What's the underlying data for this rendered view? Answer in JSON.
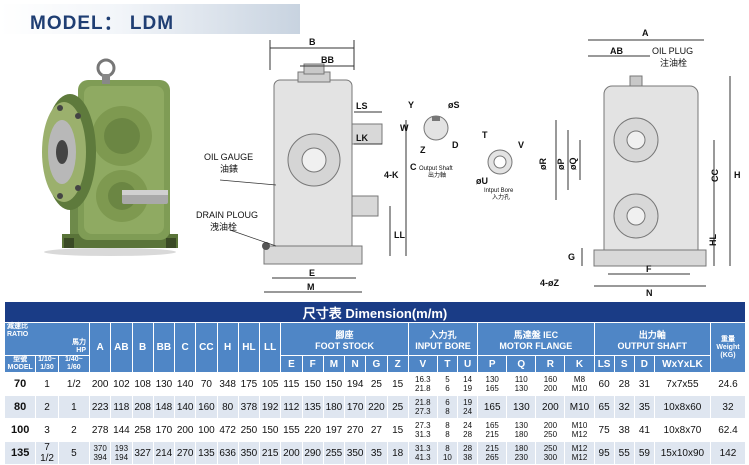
{
  "header": {
    "title": "MODEL： LDM"
  },
  "drawings": {
    "side_view": {
      "dims": [
        "B",
        "BB",
        "LS",
        "LK",
        "C",
        "4-K",
        "LL",
        "E",
        "M"
      ],
      "oil_gauge_en": "OIL GAUGE",
      "oil_gauge_cn": "油錶",
      "drain_plug_en": "DRAIN PLOUG",
      "drain_plug_cn": "洩油栓"
    },
    "output_shaft_detail": {
      "dims": [
        "Y",
        "W",
        "øS",
        "D",
        "Z"
      ],
      "label_en": "Output Shaft",
      "label_cn": "出力軸"
    },
    "input_bore_detail": {
      "dims": [
        "T",
        "V",
        "øU"
      ],
      "label_en": "Intput Bore",
      "label_cn": "入力孔"
    },
    "front_view": {
      "dims": [
        "A",
        "AB",
        "øR",
        "øP",
        "øQ",
        "CC",
        "H",
        "HL",
        "G",
        "F",
        "N",
        "4-øZ"
      ],
      "oil_plug_en": "OIL PLUG",
      "oil_plug_cn": "注油栓"
    }
  },
  "table": {
    "title": "尺寸表  Dimension(m/m)",
    "ratio_cn": "減速比",
    "ratio_en": "RATIO",
    "hp_cn": "馬力",
    "hp_en": "HP",
    "model_cn": "型號",
    "model_en": "MODEL",
    "ratio_sub1": "1/10~ 1/30",
    "ratio_sub2": "1/40~ 1/60",
    "single_cols": [
      "A",
      "AB",
      "B",
      "BB",
      "C",
      "CC",
      "H",
      "HL",
      "LL"
    ],
    "foot_cn": "腳座",
    "foot_en": "FOOT STOCK",
    "foot_cols": [
      "E",
      "F",
      "M",
      "N",
      "G",
      "Z"
    ],
    "input_cn": "入力孔",
    "input_en": "INPUT BORE",
    "input_cols": [
      "V",
      "T",
      "U"
    ],
    "motor_cn": "馬達盤  IEC",
    "motor_en": "MOTOR FLANGE",
    "motor_cols": [
      "P",
      "Q",
      "R",
      "K"
    ],
    "output_cn": "出力軸",
    "output_en": "OUTPUT SHAFT",
    "output_cols": [
      "LS",
      "S",
      "D",
      "WxYxLK"
    ],
    "weight_cn": "重量",
    "weight_en": "Weight",
    "weight_unit": "(KG)",
    "rows": [
      {
        "model": "70",
        "ratio": "1",
        "hp": "1/2",
        "A": "200",
        "AB": "102",
        "B": "108",
        "BB": "130",
        "C": "140",
        "CC": "70",
        "H": "348",
        "HL": "175",
        "LL": "105",
        "E": "115",
        "F": "150",
        "M": "150",
        "N": "194",
        "G": "25",
        "Z": "15",
        "V": "16.3\n21.8",
        "T": "5\n6",
        "U": "14\n19",
        "P": "130\n165",
        "Q": "110\n130",
        "R": "160\n200",
        "K": "M8\nM10",
        "LS": "60",
        "S": "28",
        "D": "31",
        "WYLK": "7x7x55",
        "W": "24.6"
      },
      {
        "model": "80",
        "ratio": "2",
        "hp": "1",
        "A": "223",
        "AB": "118",
        "B": "208",
        "BB": "148",
        "C": "140",
        "CC": "160",
        "H": "80",
        "HL": "378",
        "LL": "192",
        "E": "112",
        "F": "135",
        "M": "180",
        "N": "170",
        "G": "220",
        "Z": "25",
        "V": "21.8\n27.3",
        "T": "6\n8",
        "U": "19\n24",
        "P": "165",
        "Q": "130",
        "R": "200",
        "K": "M10",
        "LS": "65",
        "S": "32",
        "D": "35",
        "WYLK": "10x8x60",
        "W": "32"
      },
      {
        "model": "100",
        "ratio": "3",
        "hp": "2",
        "A": "278",
        "AB": "144",
        "B": "258",
        "BB": "170",
        "C": "200",
        "CC": "100",
        "H": "472",
        "HL": "250",
        "LL": "150",
        "E": "155",
        "F": "220",
        "M": "197",
        "N": "270",
        "G": "27",
        "Z": "15",
        "V": "27.3\n31.3",
        "T": "8\n8",
        "U": "24\n28",
        "P": "165\n215",
        "Q": "130\n180",
        "R": "200\n250",
        "K": "M10\nM12",
        "LS": "75",
        "S": "38",
        "D": "41",
        "WYLK": "10x8x70",
        "W": "62.4"
      },
      {
        "model": "135",
        "ratio": "7 1/2",
        "hp": "5",
        "A": "370\n394",
        "AB": "193\n194",
        "B": "327",
        "BB": "214",
        "C": "270",
        "CC": "135",
        "H": "636",
        "HL": "350",
        "LL": "215",
        "E": "200",
        "F": "290",
        "M": "255",
        "N": "350",
        "G": "35",
        "Z": "18",
        "V": "31.3\n41.3",
        "T": "8\n10",
        "U": "28\n38",
        "P": "215\n265",
        "Q": "180\n230",
        "R": "250\n300",
        "K": "M12\nM12",
        "LS": "95",
        "S": "55",
        "D": "59",
        "WYLK": "15x10x90",
        "W": "142"
      }
    ]
  }
}
